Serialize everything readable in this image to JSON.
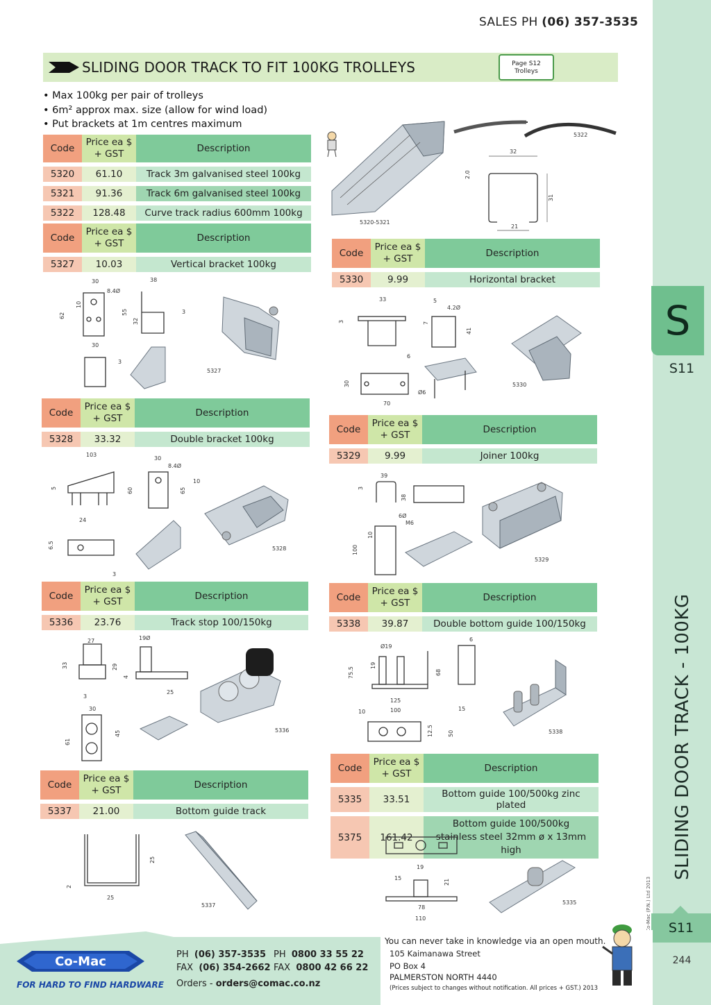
{
  "header": {
    "sales_label": "SALES  PH",
    "sales_phone": "(06) 357-3535",
    "title": "SLIDING DOOR TRACK TO FIT 100KG TROLLEYS",
    "book_line1": "Page S12",
    "book_line2": "Trolleys"
  },
  "bullets": [
    "Max 100kg per pair of trolleys",
    "6m² approx max. size (allow for wind load)",
    "Put brackets at 1m centres maximum"
  ],
  "table_headers": {
    "code": "Code",
    "price_line1": "Price ea $",
    "price_line2": "+ GST",
    "description": "Description"
  },
  "tables": {
    "track": [
      {
        "code": "5320",
        "price": "61.10",
        "desc": "Track 3m galvanised steel 100kg"
      },
      {
        "code": "5321",
        "price": "91.36",
        "desc": "Track 6m galvanised steel 100kg"
      },
      {
        "code": "5322",
        "price": "128.48",
        "desc": "Curve track radius 600mm 100kg"
      }
    ],
    "vertical": [
      {
        "code": "5327",
        "price": "10.03",
        "desc": "Vertical bracket 100kg"
      }
    ],
    "horizontal": [
      {
        "code": "5330",
        "price": "9.99",
        "desc": "Horizontal bracket"
      }
    ],
    "double": [
      {
        "code": "5328",
        "price": "33.32",
        "desc": "Double bracket 100kg"
      }
    ],
    "joiner": [
      {
        "code": "5329",
        "price": "9.99",
        "desc": "Joiner 100kg"
      }
    ],
    "stop": [
      {
        "code": "5336",
        "price": "23.76",
        "desc": "Track stop 100/150kg"
      }
    ],
    "dbl_guide": [
      {
        "code": "5338",
        "price": "39.87",
        "desc": "Double bottom guide 100/150kg"
      }
    ],
    "guide_track": [
      {
        "code": "5337",
        "price": "21.00",
        "desc": "Bottom guide track"
      }
    ],
    "guides": [
      {
        "code": "5335",
        "price": "33.51",
        "desc": "Bottom guide 100/500kg zinc plated"
      },
      {
        "code": "5375",
        "price": "161.42",
        "desc": "Bottom guide 100/500kg",
        "desc2": "stainless steel 32mm ø x 13mm high"
      }
    ]
  },
  "image_captions": {
    "track": "5320-5321",
    "curve": "5322",
    "vertical": "5327",
    "horizontal": "5330",
    "double": "5328",
    "joiner": "5329",
    "stop": "5336",
    "dbl_guide": "5338",
    "guide_track": "5337",
    "guide": "5335"
  },
  "dims": {
    "track": [
      "32",
      "2.0",
      "31",
      "21"
    ],
    "vertical": [
      "30",
      "8.4Ø",
      "38",
      "10",
      "62",
      "55",
      "32",
      "3",
      "30",
      "3"
    ],
    "horizontal": [
      "33",
      "3",
      "5",
      "4.2Ø",
      "7",
      "41",
      "6",
      "30",
      "Ø6",
      "70"
    ],
    "double": [
      "103",
      "5",
      "60",
      "30",
      "8.4Ø",
      "65",
      "10",
      "24",
      "6.5",
      "3"
    ],
    "joiner": [
      "39",
      "3",
      "38",
      "6Ø",
      "M6",
      "10",
      "100"
    ],
    "stop": [
      "27",
      "33",
      "29",
      "3",
      "19Ø",
      "4",
      "25",
      "30",
      "61",
      "45"
    ],
    "dbl_guide": [
      "Ø19",
      "75.5",
      "19",
      "68",
      "6",
      "125",
      "100",
      "10",
      "15",
      "12.5",
      "50"
    ],
    "guide_track": [
      "2",
      "25",
      "25"
    ],
    "guide": [
      "19",
      "15",
      "21",
      "78",
      "110"
    ]
  },
  "side": {
    "letter": "S",
    "section": "S11",
    "vertical_title": "SLIDING DOOR TRACK - 100KG",
    "copyright": "© Co-Mac (P.N.) Ltd 2013",
    "bottom_section": "S11",
    "page_number": "244"
  },
  "footer": {
    "logo_text": "Co-Mac",
    "tagline": "FOR HARD TO FIND HARDWARE",
    "ph_label": "PH",
    "ph": "(06) 357-3535",
    "fax_label": "FAX",
    "fax": "(06) 354-2662",
    "tollfree_ph_label": "PH",
    "tollfree_ph": "0800 33 55 22",
    "tollfree_fax_label": "FAX",
    "tollfree_fax": "0800 42 66 22",
    "orders_label": "Orders -",
    "orders_email": "orders@comac.co.nz",
    "quote": "You can never take in knowledge via an open mouth.",
    "address": [
      "105 Kaimanawa Street",
      "PO Box 4",
      "PALMERSTON NORTH 4440"
    ],
    "disclaimer": "(Prices subject to changes without notification.  All prices + GST.)  2013"
  },
  "colors": {
    "header_code": "#f1a07f",
    "header_price": "#cfe6a8",
    "header_desc": "#7fca9a",
    "strip": "#c8e6d4",
    "brand_blue": "#1a47a6"
  }
}
